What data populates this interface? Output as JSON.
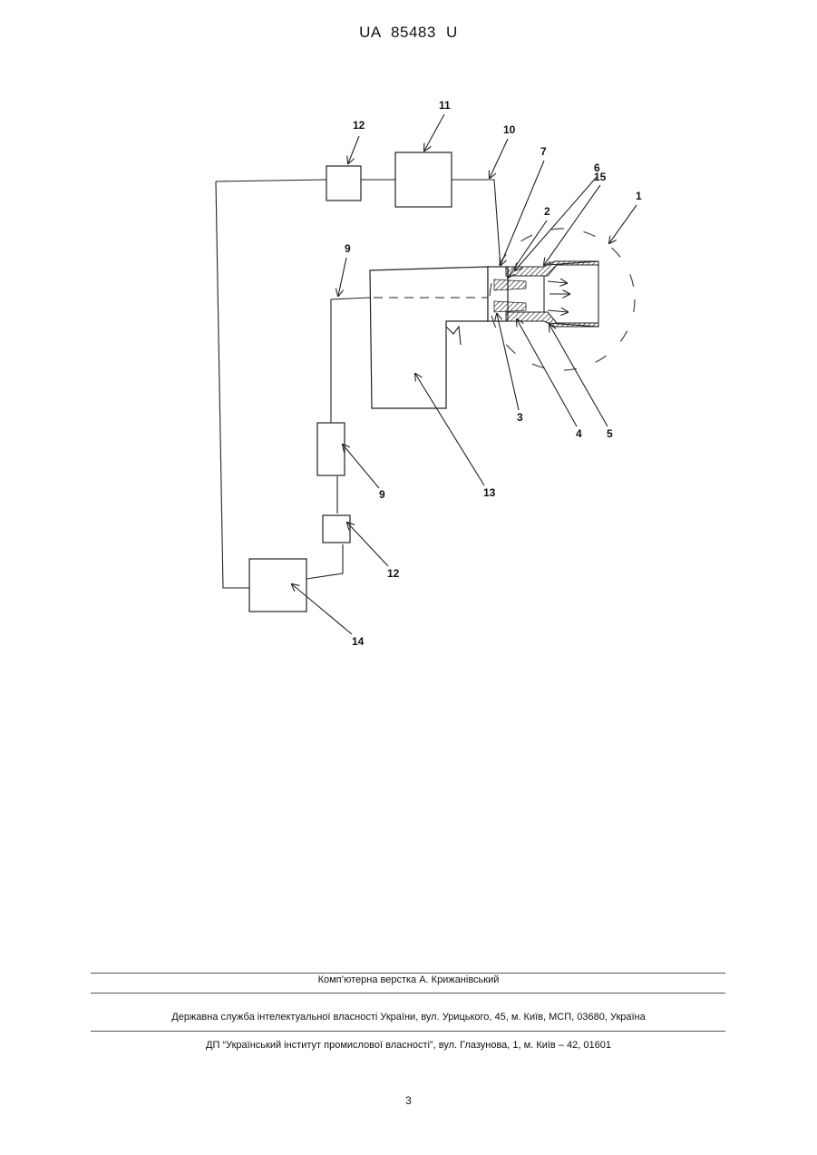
{
  "header": {
    "doc_id": "UA   85483   U"
  },
  "figure": {
    "labels": {
      "l1": "1",
      "l2": "2",
      "l3": "3",
      "l4": "4",
      "l5": "5",
      "l6": "6",
      "l7": "7",
      "l9a": "9",
      "l9b": "9",
      "l10": "10",
      "l11": "11",
      "l12a": "12",
      "l12b": "12",
      "l13": "13",
      "l14": "14",
      "l15": "15"
    }
  },
  "footer": {
    "layout_credit": "Комп’ютерна верстка А. Крижанівський",
    "agency": "Державна служба інтелектуальної власності України, вул. Урицького, 45, м. Київ, МСП, 03680, Україна",
    "institute": "ДП “Український інститут промислової власності”, вул. Глазунова, 1, м. Київ – 42, 01601"
  },
  "page": {
    "number": "3"
  }
}
